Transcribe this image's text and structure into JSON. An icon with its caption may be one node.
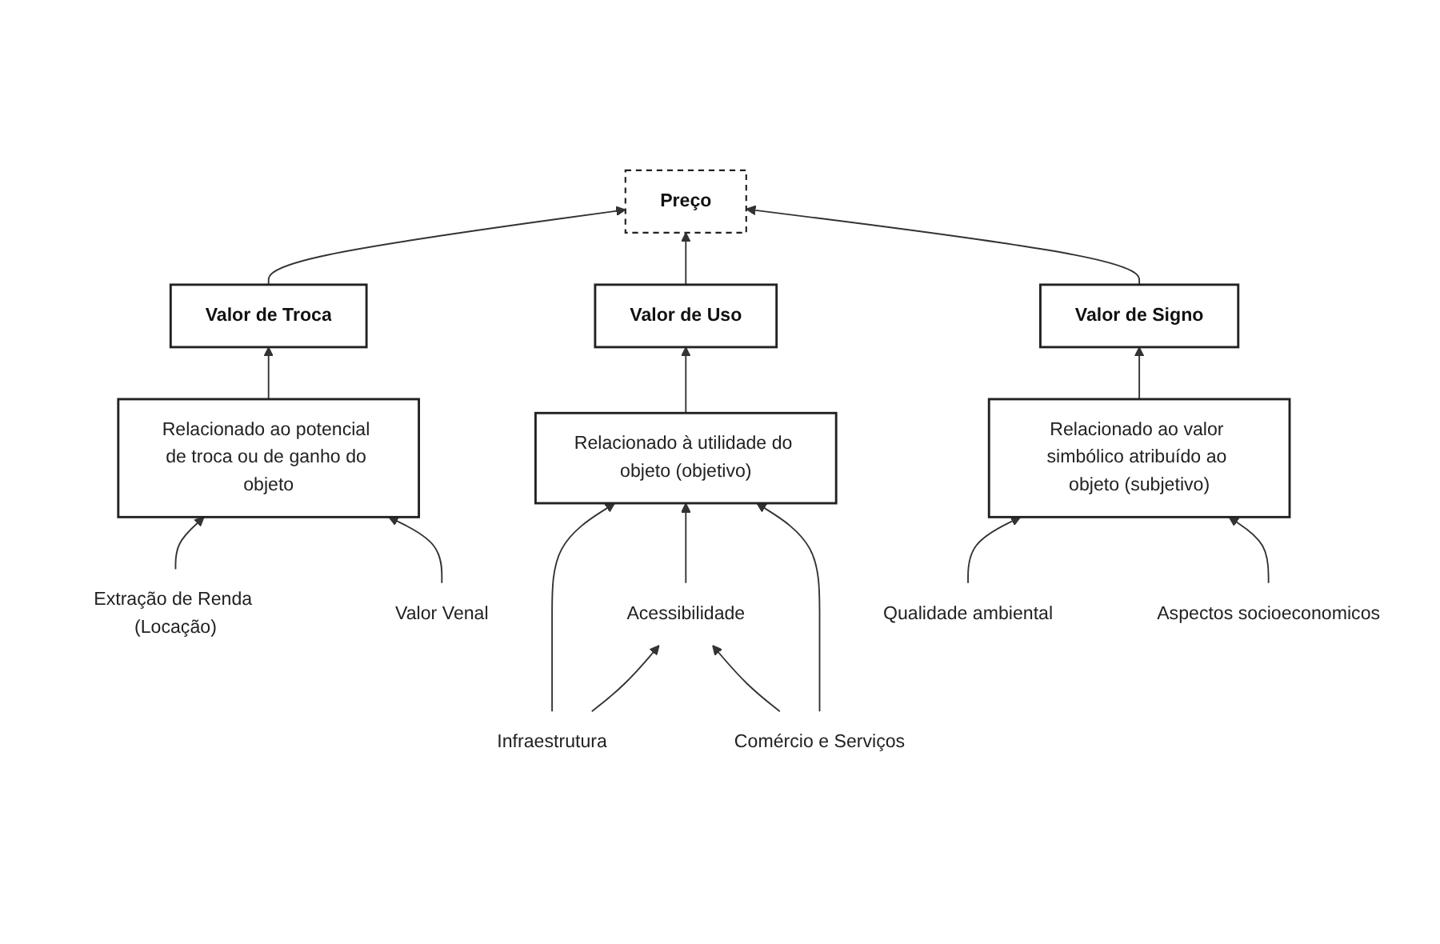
{
  "diagram": {
    "nodes": [
      {
        "text": [
          "Preço"
        ]
      },
      {
        "text": [
          "Valor de Troca"
        ]
      },
      {
        "text": [
          "Valor de Uso"
        ]
      },
      {
        "text": [
          "Valor de Signo"
        ]
      },
      {
        "text": [
          "Relacionado ao potencial de troca ou de ganho do objeto"
        ]
      },
      {
        "text": [
          "Relacionado à utilidade do objeto (objetivo)"
        ]
      },
      {
        "text": [
          "Relacionado ao valor simbólico atribuído ao objeto (subjetivo)"
        ]
      },
      {
        "text": [
          "Extração de Renda (Locação)"
        ]
      },
      {
        "text": [
          "Valor Venal"
        ]
      },
      {
        "text": [
          "Qualidade ambiental"
        ]
      },
      {
        "text": [
          "Acessibilidade"
        ]
      },
      {
        "text": [
          "Aspectos socioeconomicos"
        ]
      },
      {
        "text": [
          "Infraestrutura"
        ]
      },
      {
        "text": [
          "Comércio e Serviços"
        ]
      }
    ],
    "edges": [
      {
        "from": 1,
        "to": 0,
        "arrow": "to"
      },
      {
        "from": 2,
        "to": 0,
        "arrow": "to"
      },
      {
        "from": 3,
        "to": 0,
        "arrow": "to"
      },
      {
        "from": 4,
        "to": 1,
        "arrow": "to"
      },
      {
        "from": 5,
        "to": 2,
        "arrow": "to"
      },
      {
        "from": 6,
        "to": 3,
        "arrow": "to"
      },
      {
        "from": 7,
        "to": 4,
        "arrow": "to"
      },
      {
        "from": 8,
        "to": 4,
        "arrow": "to"
      },
      {
        "from": 12,
        "to": 5,
        "arrow": "to"
      },
      {
        "from": 10,
        "to": 5,
        "arrow": "to"
      },
      {
        "from": 13,
        "to": 5,
        "arrow": "to"
      },
      {
        "from": 12,
        "to": 10,
        "arrow": "to"
      },
      {
        "from": 13,
        "to": 10,
        "arrow": "to"
      },
      {
        "from": 9,
        "to": 6,
        "arrow": "to"
      },
      {
        "from": 11,
        "to": 6,
        "arrow": "to"
      }
    ]
  }
}
